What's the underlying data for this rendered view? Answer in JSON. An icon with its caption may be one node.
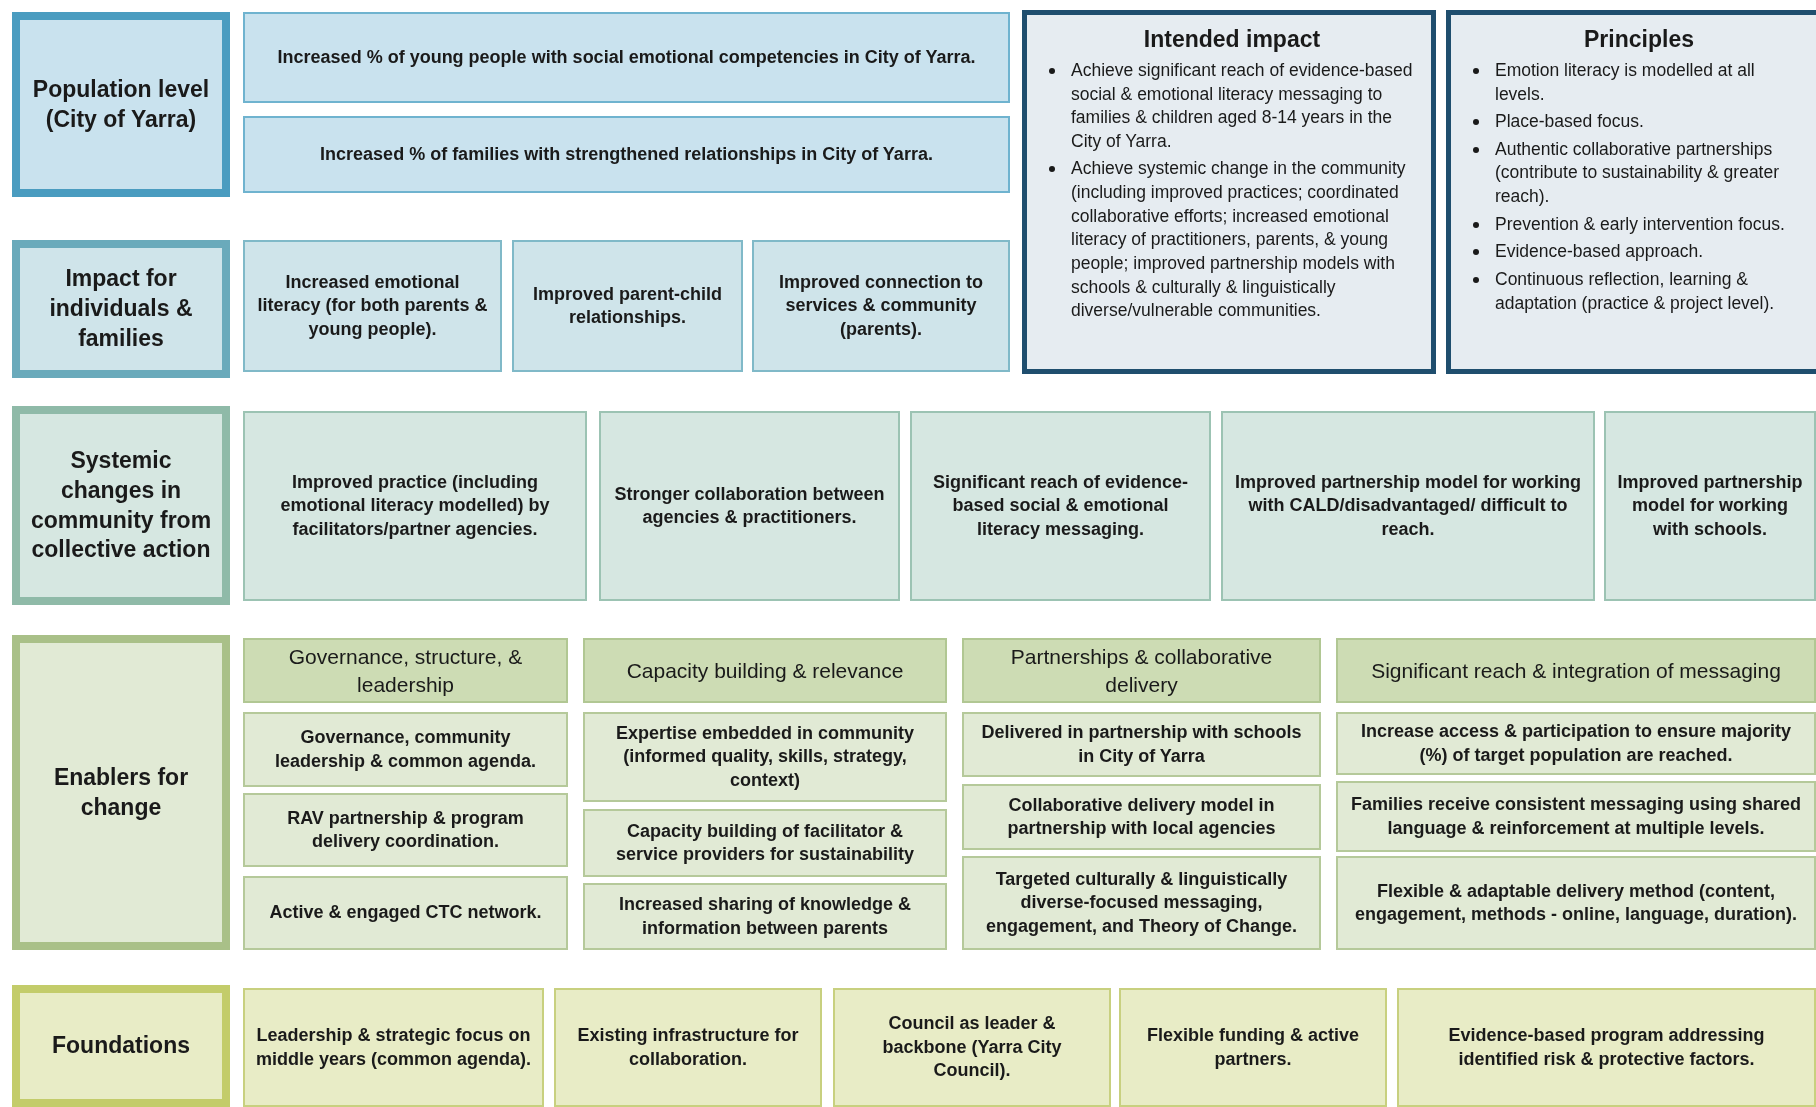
{
  "diagram": {
    "nodes": [
      {
        "text": [
          "Population level (City of Yarra)"
        ]
      },
      {
        "text": [
          "Increased % of young people with social emotional competencies in City of Yarra."
        ]
      },
      {
        "text": [
          "Increased % of families with strengthened relationships in City of Yarra."
        ]
      },
      {
        "text": [
          "Intended impact",
          "Achieve significant reach of evidence-based social & emotional literacy messaging to families & children aged 8-14 years in the City of Yarra.",
          "Achieve systemic change in the community (including improved practices; coordinated collaborative efforts; increased emotional literacy of practitioners, parents, & young people; improved partnership models with schools & culturally & linguistically diverse/vulnerable communities."
        ]
      },
      {
        "text": [
          "Principles",
          "Emotion literacy is modelled at all levels.",
          "Place-based focus.",
          "Authentic collaborative partnerships (contribute to sustainability & greater reach).",
          "Prevention & early intervention focus.",
          "Evidence-based approach.",
          "Continuous reflection, learning & adaptation (practice & project level)."
        ]
      },
      {
        "text": [
          "Impact for individuals & families"
        ]
      },
      {
        "text": [
          "Increased emotional literacy (for both parents & young people)."
        ]
      },
      {
        "text": [
          "Improved parent-child relationships."
        ]
      },
      {
        "text": [
          "Improved connection to services & community (parents)."
        ]
      },
      {
        "text": [
          "Systemic changes in community from collective action"
        ]
      },
      {
        "text": [
          "Improved practice (including emotional literacy modelled) by facilitators/partner agencies."
        ]
      },
      {
        "text": [
          "Stronger collaboration between agencies & practitioners."
        ]
      },
      {
        "text": [
          "Significant reach of evidence-based social & emotional literacy messaging."
        ]
      },
      {
        "text": [
          "Improved partnership model for working with CALD/disadvantaged/ difficult to reach."
        ]
      },
      {
        "text": [
          "Improved partnership model for working with schools."
        ]
      },
      {
        "text": [
          "Enablers for change"
        ]
      },
      {
        "text": [
          "Governance, structure, & leadership"
        ]
      },
      {
        "text": [
          "Capacity building & relevance"
        ]
      },
      {
        "text": [
          "Partnerships & collaborative delivery"
        ]
      },
      {
        "text": [
          "Significant reach & integration of messaging"
        ]
      },
      {
        "text": [
          "Governance, community leadership & common agenda."
        ]
      },
      {
        "text": [
          "RAV partnership & program delivery coordination."
        ]
      },
      {
        "text": [
          "Active & engaged CTC network."
        ]
      },
      {
        "text": [
          "Expertise embedded in community (informed quality, skills, strategy, context)"
        ]
      },
      {
        "text": [
          "Capacity building of facilitator & service providers for sustainability"
        ]
      },
      {
        "text": [
          "Increased sharing of knowledge & information between parents"
        ]
      },
      {
        "text": [
          "Delivered in partnership with schools in City of Yarra"
        ]
      },
      {
        "text": [
          "Collaborative delivery model in partnership with local agencies"
        ]
      },
      {
        "text": [
          "Targeted culturally & linguistically diverse-focused messaging, engagement, and Theory of Change."
        ]
      },
      {
        "text": [
          "Increase access & participation to ensure majority (%) of target population are reached."
        ]
      },
      {
        "text": [
          "Families receive consistent messaging using shared language & reinforcement at multiple levels."
        ]
      },
      {
        "text": [
          "Flexible & adaptable delivery method (content, engagement, methods - online, language, duration)."
        ]
      },
      {
        "text": [
          "Foundations"
        ]
      },
      {
        "text": [
          "Leadership & strategic focus on middle years (common agenda)."
        ]
      },
      {
        "text": [
          "Existing infrastructure for collaboration."
        ]
      },
      {
        "text": [
          "Council as leader & backbone (Yarra City Council)."
        ]
      },
      {
        "text": [
          "Flexible funding & active partners."
        ]
      },
      {
        "text": [
          "Evidence-based program addressing identified risk & protective factors."
        ]
      }
    ],
    "edges": []
  }
}
